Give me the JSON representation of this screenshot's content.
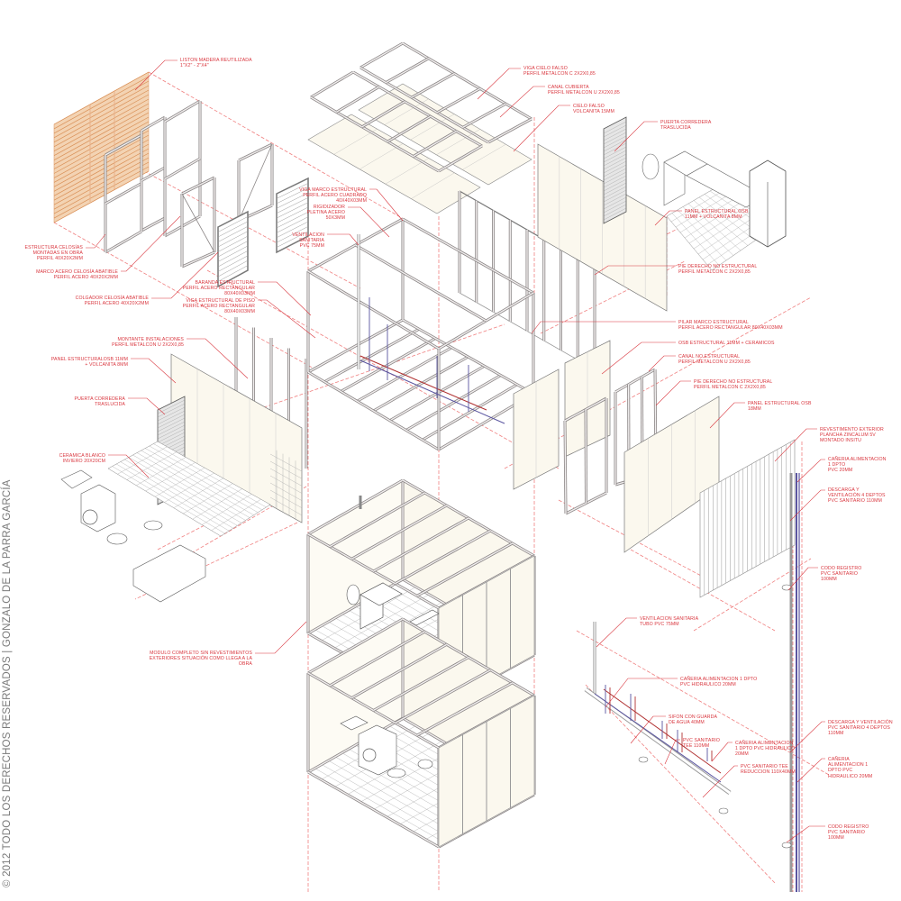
{
  "credit": "© 2012 TODO LOS DERECHOS RESERVADOS | GONZALO DE LA PARRA GARCÍA",
  "colors": {
    "annotation": "#d9363e",
    "projection_dashes": "#f08080",
    "steel": "#8a8585",
    "panel": "#fbf8ee",
    "wood": "#f3d3b3",
    "supply_pipe": "#b03030",
    "drain_pipe": "#5a55a0"
  },
  "labels": [
    "LISTON MADERA REUTILIZADA\n1\"X2\" - 2\"X4\"",
    "ESTRUCTURA CELOSÍAS\nMONTADAS EN OBRA\nPERFIL  40X20X2MM",
    "MARCO ACERO CELOSÍA ABATIBLE\nPERFIL ACERO 40X20X2MM",
    "COLGADOR CELOSÍA ABATIBLE\nPERFIL ACERO 40X20X2MM",
    "BARANDA ESTRUCTURAL\nPERFIL ACERO RECTANGULAR\n80X40X03MM",
    "VIGA ESTRUCTURAL DE PISO\nPERFIL ACERO RECTANGULAR\n80X40X03MM",
    "VIGA MARCO ESTRUCTURAL\nPERFIL ACERO CUADRADO\n40X40X03MM",
    "RIGIDIZADOR\nPLETINA ACERO\n50X3MM",
    "VENTILACION\nSANITARIA\nPVC 75MM",
    "MONTANTE INSTALACIONES\nPERFIL METALCON U 2X2X0,85",
    "PANEL ESTRUCTURALOSB 11MM\n+ VOLCANITA 8MM",
    "PUERTA CORREDERA\nTRASLUCIDA",
    "CERAMICA BLANCO\nINVIERO 20X20CM",
    "VIGA CIELO FALSO\nPERFIL METALCON C 2X2X0,85",
    "CANAL CUBIERTA\nPERFIL METALCON U 2X2X0,85",
    "CIELO FALSO\nVOLCANITA  15MM",
    "PUERTA CORREDERA\nTRASLUCIDA",
    "PANEL ESTRUCTURAL OSB\n11MM + VOLCANITA 8MM",
    "PIE DERECHO NO ESTRUCTURAL\nPERFIL METALCON C 2X2X0,85",
    "PILAR MARCO  ESTRUCTURAL\nPERFIL ACERO RECTANGULAR 80X40X03MM",
    "OSB ESTRUCTURAL 11MM + CERAMICOS",
    "CANAL NO ESTRUCTURAL\nPERFIL METALCON U 2X2X0,85",
    "PIE DERECHO NO ESTRUCTURAL\nPERFIL METALCON C 2X2X0,85",
    "PANEL ESTRUCTURAL OSB\n18MM",
    "REVESTIMENTO EXTERIOR\nPLANCHA ZINCALUM 5V\nMONTADO  INSITU",
    "CAÑERIA ALIMENTACION\n1 DPTO\nPVC 20MM",
    "DESCARGA Y\nVENTILACIÓN 4 DEPTOS\nPVC SANITARIO  110MM",
    "CODO REGISTRO\nPVC SANITARIO\n100MM",
    "MODULO COMPLETO SIN REVESTIMIENTOS\nEXTERIORES SITUACIÓN COMO LLEGA A LA\nOBRA",
    "VENTILACION SANITARIA\nTUBO PVC 75MM",
    "CAÑERIA ALIMENTACION 1 DPTO\nPVC HIDRAULICO 20MM",
    "SIFON CON GUARDA\nDE AGUA 40MM",
    "PVC SANITARIO\nTEE 110MM",
    "CAÑERIA ALIMENTACION\n1 DPTO PVC HIDRAULICO\n20MM",
    "PVC SANITARIO TEE\nREDUCCION 110X40MM",
    "DESCARGA Y VENTILACIÓN\nPVC SANITARIO 4 DEPTOS\n110MM",
    "CAÑERIA\nALIMENTACION 1\nDPTO PVC\nHIDRAULICO 20MM",
    "CODO REGISTRO\nPVC SANITARIO\n100MM"
  ]
}
